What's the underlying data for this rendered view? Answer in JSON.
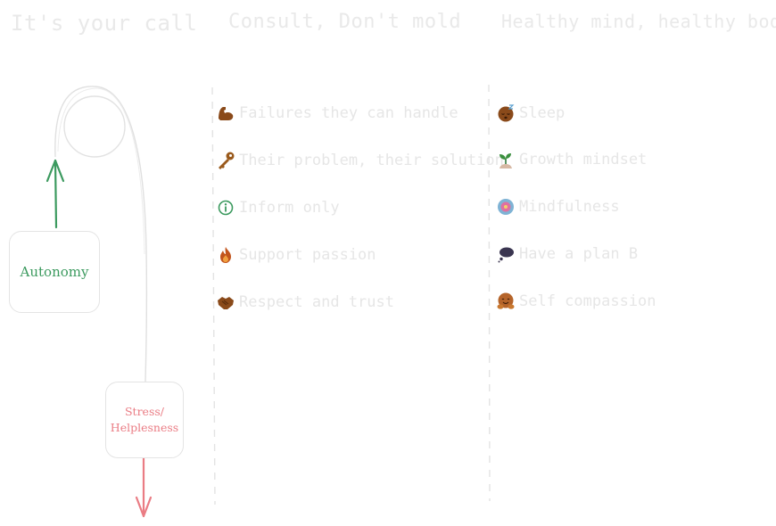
{
  "columns": [
    {
      "heading": "It's your call"
    },
    {
      "heading": "Consult, Don't mold",
      "items": [
        {
          "label": "Failures they can handle",
          "icon": "flexed-biceps-icon"
        },
        {
          "label": "Their problem, their solution",
          "icon": "key-icon"
        },
        {
          "label": "Inform only",
          "icon": "info-icon"
        },
        {
          "label": "Support passion",
          "icon": "fire-icon"
        },
        {
          "label": "Respect and trust",
          "icon": "handshake-icon"
        }
      ]
    },
    {
      "heading": "Healthy mind, healthy body",
      "items": [
        {
          "label": "Sleep",
          "icon": "sleeping-face-icon"
        },
        {
          "label": "Growth mindset",
          "icon": "seedling-icon"
        },
        {
          "label": "Mindfulness",
          "icon": "lotus-icon"
        },
        {
          "label": "Have a plan B",
          "icon": "thought-balloon-icon"
        },
        {
          "label": "Self compassion",
          "icon": "hugging-face-icon"
        }
      ]
    }
  ],
  "nodes": {
    "autonomy": {
      "label": "Autonomy",
      "color": "#3c9a5f"
    },
    "stress": {
      "label": "Stress/\nHelplesness",
      "color": "#ea7c84"
    }
  }
}
